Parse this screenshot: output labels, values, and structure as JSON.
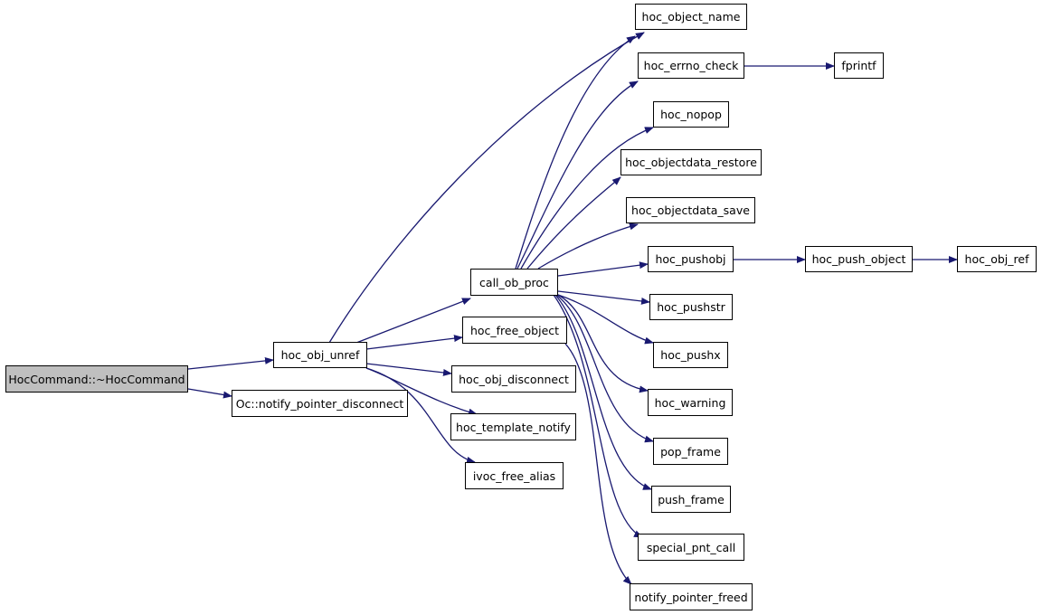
{
  "graph": {
    "edge_color": "#191970",
    "root_fill": "#bfbfbf",
    "nodes": {
      "hoccommand_dtor": "HocCommand::~HocCommand",
      "hoc_obj_unref": "hoc_obj_unref",
      "oc_notify": "Oc::notify_pointer_disconnect",
      "call_ob_proc": "call_ob_proc",
      "hoc_free_object": "hoc_free_object",
      "hoc_obj_disconnect": "hoc_obj_disconnect",
      "hoc_template_notify": "hoc_template_notify",
      "ivoc_free_alias": "ivoc_free_alias",
      "hoc_object_name": "hoc_object_name",
      "hoc_errno_check": "hoc_errno_check",
      "fprintf": "fprintf",
      "hoc_nopop": "hoc_nopop",
      "hoc_objectdata_restore": "hoc_objectdata_restore",
      "hoc_objectdata_save": "hoc_objectdata_save",
      "hoc_pushobj": "hoc_pushobj",
      "hoc_push_object": "hoc_push_object",
      "hoc_obj_ref": "hoc_obj_ref",
      "hoc_pushstr": "hoc_pushstr",
      "hoc_pushx": "hoc_pushx",
      "hoc_warning": "hoc_warning",
      "pop_frame": "pop_frame",
      "push_frame": "push_frame",
      "special_pnt_call": "special_pnt_call",
      "notify_pointer_freed": "notify_pointer_freed"
    }
  }
}
